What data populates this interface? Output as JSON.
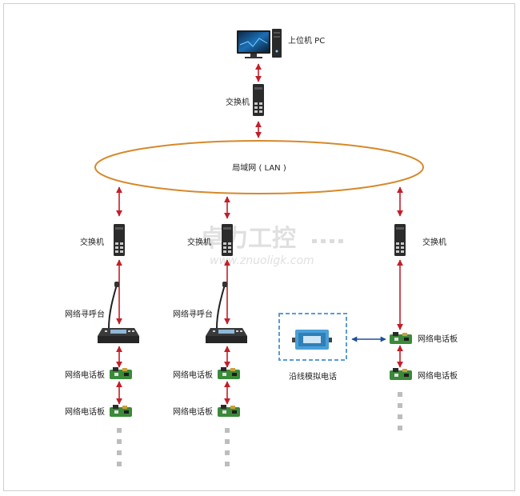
{
  "nodes": {
    "pc_label": "上位机 PC",
    "top_switch_label": "交换机",
    "lan_label": "局域网 ( LAN )",
    "switch1_label": "交换机",
    "switch2_label": "交换机",
    "switch3_label": "交换机",
    "console1_label": "网络寻呼台",
    "console2_label": "网络寻呼台",
    "board_label": "网络电话板",
    "analog_phone_label": "沿线模拟电话"
  },
  "watermark": {
    "line1": "卓力工控",
    "line2": "www.znuoligk.com"
  },
  "colors": {
    "arrow_red": "#c21f2a",
    "lan_ellipse": "#d6892a",
    "dashed_box": "#5b9bd5",
    "blue_arrow": "#1f4e9c",
    "switch_body": "#2b2b2b",
    "board_green": "#3b8a3a",
    "dots_gray": "#bdbdbd"
  },
  "icons": [
    "desktop-pc-icon",
    "network-switch-icon",
    "paging-console-icon",
    "network-phone-board-icon",
    "analog-phone-icon"
  ]
}
